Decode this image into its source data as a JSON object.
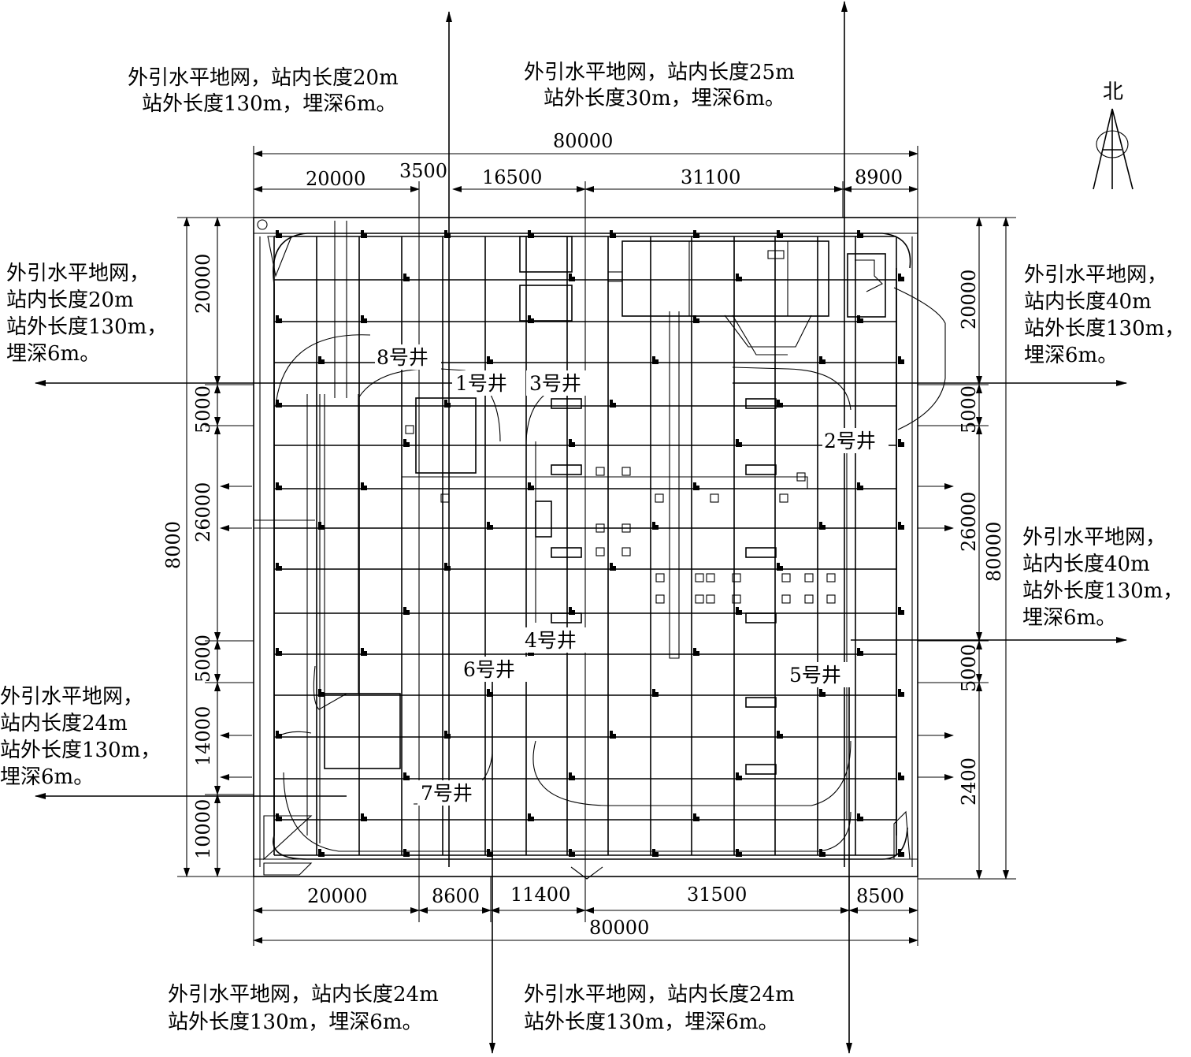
{
  "north": "北",
  "dimensions": {
    "top_total": "80000",
    "top_segments": [
      "20000",
      "3500",
      "16500",
      "31100",
      "8900"
    ],
    "bottom_segments": [
      "20000",
      "8600",
      "11400",
      "31500",
      "8500"
    ],
    "bottom_total": "80000",
    "left_inner": [
      "20000",
      "5000",
      "26000",
      "5000",
      "14000",
      "10000"
    ],
    "left_outer": "8000",
    "right_inner": [
      "20000",
      "5000",
      "26000",
      "5000",
      "2400"
    ],
    "right_outer": "80000"
  },
  "annotations": {
    "top_left": [
      "外引水平地网，站内长度20m",
      "站外长度130m，埋深6m。"
    ],
    "top_right": [
      "外引水平地网，站内长度25m",
      "站外长度30m，埋深6m。"
    ],
    "left_upper": [
      "外引水平地网，",
      "站内长度20m",
      "站外长度130m，",
      "埋深6m。"
    ],
    "left_lower": [
      "外引水平地网，",
      "站内长度24m",
      "站外长度130m，",
      "埋深6m。"
    ],
    "right_upper": [
      "外引水平地网，",
      "站内长度40m",
      "站外长度130m，",
      "埋深6m。"
    ],
    "right_middle": [
      "外引水平地网，",
      "站内长度40m",
      "站外长度130m，",
      "埋深6m。"
    ],
    "bottom_left": [
      "外引水平地网，站内长度24m",
      "站外长度130m，埋深6m。"
    ],
    "bottom_right": [
      "外引水平地网，站内长度24m",
      "站外长度130m，埋深6m。"
    ]
  },
  "wells": {
    "w1": "1号井",
    "w2": "2号井",
    "w3": "3号井",
    "w4": "4号井",
    "w5": "5号井",
    "w6": "6号井",
    "w7": "7号井",
    "w8": "8号井"
  }
}
